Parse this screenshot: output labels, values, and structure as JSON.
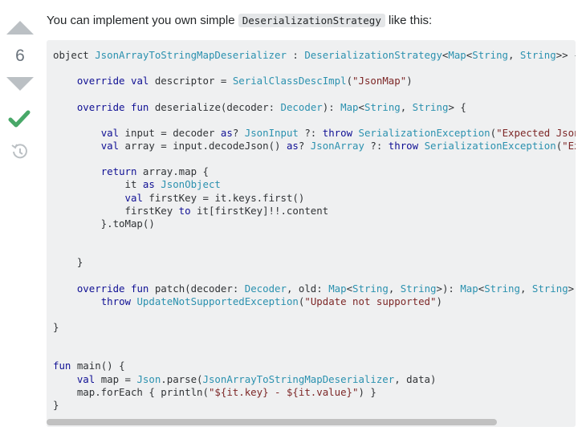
{
  "vote": {
    "count": "6"
  },
  "answer": {
    "intro_before": "You can implement you own simple ",
    "intro_code": "DeserializationStrategy",
    "intro_after": " like this:"
  },
  "code": {
    "lines": [
      [
        [
          "pl",
          "object "
        ],
        [
          "ty",
          "JsonArrayToStringMapDeserializer"
        ],
        [
          "pl",
          " : "
        ],
        [
          "ty",
          "DeserializationStrategy"
        ],
        [
          "pl",
          "<"
        ],
        [
          "ty",
          "Map"
        ],
        [
          "pl",
          "<"
        ],
        [
          "ty",
          "String"
        ],
        [
          "pl",
          ", "
        ],
        [
          "ty",
          "String"
        ],
        [
          "pl",
          ">> {"
        ]
      ],
      [],
      [
        [
          "pl",
          "    "
        ],
        [
          "kw",
          "override"
        ],
        [
          "pl",
          " "
        ],
        [
          "kw",
          "val"
        ],
        [
          "pl",
          " descriptor = "
        ],
        [
          "ty",
          "SerialClassDescImpl"
        ],
        [
          "pl",
          "("
        ],
        [
          "str",
          "\"JsonMap\""
        ],
        [
          "pl",
          ")"
        ]
      ],
      [],
      [
        [
          "pl",
          "    "
        ],
        [
          "kw",
          "override"
        ],
        [
          "pl",
          " "
        ],
        [
          "kw",
          "fun"
        ],
        [
          "pl",
          " deserialize(decoder: "
        ],
        [
          "ty",
          "Decoder"
        ],
        [
          "pl",
          "): "
        ],
        [
          "ty",
          "Map"
        ],
        [
          "pl",
          "<"
        ],
        [
          "ty",
          "String"
        ],
        [
          "pl",
          ", "
        ],
        [
          "ty",
          "String"
        ],
        [
          "pl",
          "> {"
        ]
      ],
      [],
      [
        [
          "pl",
          "        "
        ],
        [
          "kw",
          "val"
        ],
        [
          "pl",
          " input = decoder "
        ],
        [
          "kw",
          "as"
        ],
        [
          "pl",
          "? "
        ],
        [
          "ty",
          "JsonInput"
        ],
        [
          "pl",
          " ?: "
        ],
        [
          "kw",
          "throw"
        ],
        [
          "pl",
          " "
        ],
        [
          "ty",
          "SerializationException"
        ],
        [
          "pl",
          "("
        ],
        [
          "str",
          "\"Expected Json In"
        ]
      ],
      [
        [
          "pl",
          "        "
        ],
        [
          "kw",
          "val"
        ],
        [
          "pl",
          " array = input.decodeJson() "
        ],
        [
          "kw",
          "as"
        ],
        [
          "pl",
          "? "
        ],
        [
          "ty",
          "JsonArray"
        ],
        [
          "pl",
          " ?: "
        ],
        [
          "kw",
          "throw"
        ],
        [
          "pl",
          " "
        ],
        [
          "ty",
          "SerializationException"
        ],
        [
          "pl",
          "("
        ],
        [
          "str",
          "\"Expect"
        ]
      ],
      [],
      [
        [
          "pl",
          "        "
        ],
        [
          "kw",
          "return"
        ],
        [
          "pl",
          " array.map {"
        ]
      ],
      [
        [
          "pl",
          "            it "
        ],
        [
          "kw",
          "as"
        ],
        [
          "pl",
          " "
        ],
        [
          "ty",
          "JsonObject"
        ]
      ],
      [
        [
          "pl",
          "            "
        ],
        [
          "kw",
          "val"
        ],
        [
          "pl",
          " firstKey = it.keys.first()"
        ]
      ],
      [
        [
          "pl",
          "            firstKey "
        ],
        [
          "kw",
          "to"
        ],
        [
          "pl",
          " it[firstKey]!!.content"
        ]
      ],
      [
        [
          "pl",
          "        }.toMap()"
        ]
      ],
      [],
      [],
      [
        [
          "pl",
          "    }"
        ]
      ],
      [],
      [
        [
          "pl",
          "    "
        ],
        [
          "kw",
          "override"
        ],
        [
          "pl",
          " "
        ],
        [
          "kw",
          "fun"
        ],
        [
          "pl",
          " patch(decoder: "
        ],
        [
          "ty",
          "Decoder"
        ],
        [
          "pl",
          ", old: "
        ],
        [
          "ty",
          "Map"
        ],
        [
          "pl",
          "<"
        ],
        [
          "ty",
          "String"
        ],
        [
          "pl",
          ", "
        ],
        [
          "ty",
          "String"
        ],
        [
          "pl",
          ">): "
        ],
        [
          "ty",
          "Map"
        ],
        [
          "pl",
          "<"
        ],
        [
          "ty",
          "String"
        ],
        [
          "pl",
          ", "
        ],
        [
          "ty",
          "String"
        ],
        [
          "pl",
          "> ="
        ]
      ],
      [
        [
          "pl",
          "        "
        ],
        [
          "kw",
          "throw"
        ],
        [
          "pl",
          " "
        ],
        [
          "ty",
          "UpdateNotSupportedException"
        ],
        [
          "pl",
          "("
        ],
        [
          "str",
          "\"Update not supported\""
        ],
        [
          "pl",
          ")"
        ]
      ],
      [],
      [
        [
          "pl",
          "}"
        ]
      ],
      [],
      [],
      [
        [
          "kw",
          "fun"
        ],
        [
          "pl",
          " main() {"
        ]
      ],
      [
        [
          "pl",
          "    "
        ],
        [
          "kw",
          "val"
        ],
        [
          "pl",
          " map = "
        ],
        [
          "ty",
          "Json"
        ],
        [
          "pl",
          ".parse("
        ],
        [
          "ty",
          "JsonArrayToStringMapDeserializer"
        ],
        [
          "pl",
          ", data)"
        ]
      ],
      [
        [
          "pl",
          "    map.forEach { println("
        ],
        [
          "str",
          "\"${it.key} - ${it.value}\""
        ],
        [
          "pl",
          ") }"
        ]
      ],
      [
        [
          "pl",
          "}"
        ]
      ]
    ]
  },
  "colors": {
    "keyword": "#101094",
    "type": "#2b91af",
    "string": "#7d2727",
    "accepted": "#48a868",
    "vote_arrow": "#bbc0c4"
  },
  "icons": {
    "upvote": "triangle-up",
    "downvote": "triangle-down",
    "accepted": "checkmark",
    "history": "history-clock"
  }
}
